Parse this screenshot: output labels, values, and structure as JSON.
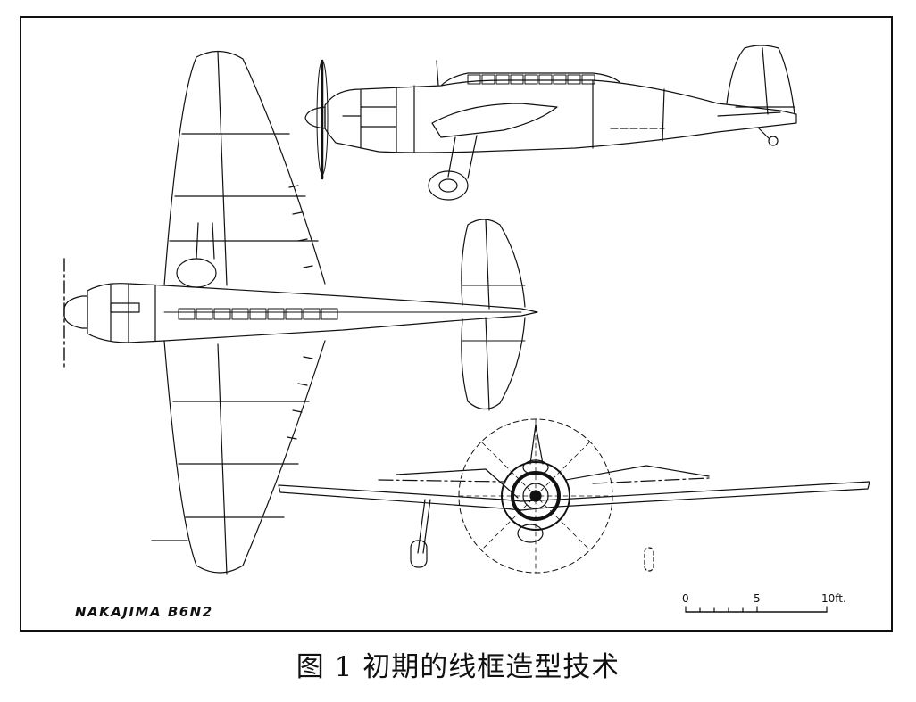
{
  "figure": {
    "model_label": "NAKAJIMA B6N2",
    "scale": {
      "ticks": [
        "0",
        "5",
        "10ft."
      ]
    },
    "caption": "图 1  初期的线框造型技术"
  },
  "colors": {
    "ink": "#111111",
    "background": "#ffffff"
  }
}
